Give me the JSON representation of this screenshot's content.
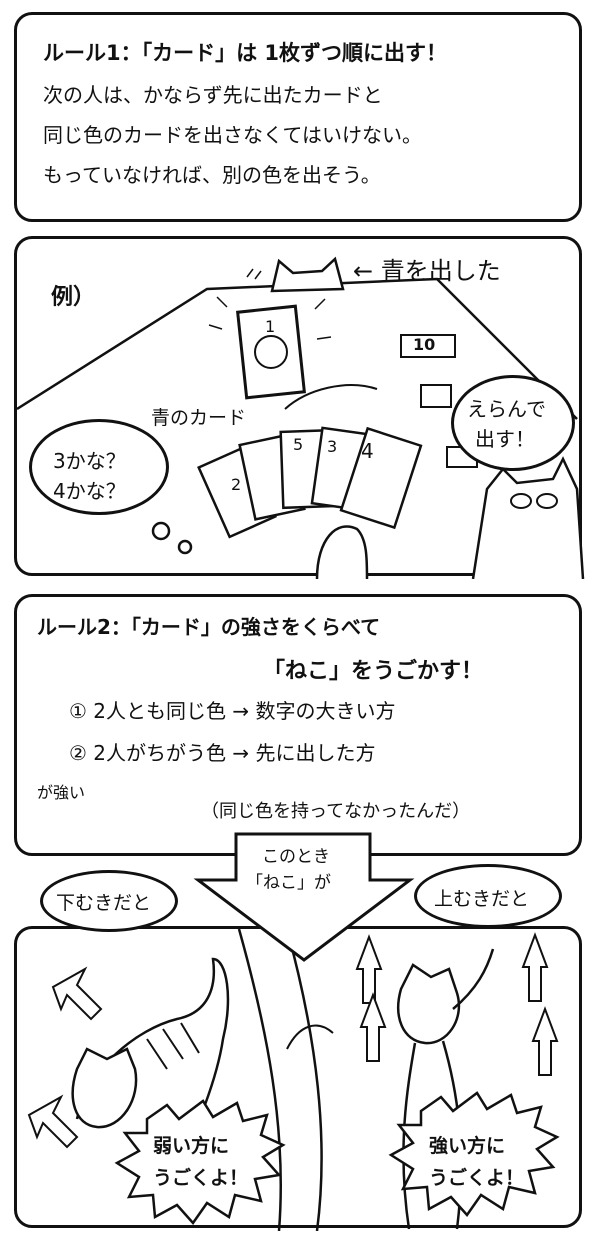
{
  "rule1": {
    "title": "ルール1：「カード」は 1枚ずつ順に出す！",
    "lines": [
      "次の人は、かならず先に出たカードと",
      "同じ色のカードを出さなくてはいけない。",
      "もっていなければ、別の色を出そう。"
    ]
  },
  "example": {
    "label": "例）",
    "played_note": "← 青を出した",
    "blue_card_label": "青のカード",
    "thought": [
      "3かな？",
      "4かな？"
    ],
    "speech": [
      "えらんで",
      "出す！"
    ],
    "cards": [
      "1",
      "2",
      "5",
      "3",
      "4"
    ],
    "table_card": "10"
  },
  "rule2": {
    "title_line1": "ルール2：「カード」の強さをくらべて",
    "title_line2": "「ねこ」をうごかす！",
    "items": [
      "① 2人とも同じ色 → 数字の大きい方",
      "② 2人がちがう色 → 先に出した方"
    ],
    "strong_note": "が強い",
    "paren_note": "（同じ色を持ってなかったんだ）"
  },
  "cats": {
    "arrow_text": [
      "このとき",
      "「ねこ」が"
    ],
    "left_bubble": "下むきだと",
    "right_bubble": "上むきだと",
    "left_burst": [
      "弱い方に",
      "うごくよ！"
    ],
    "right_burst": [
      "強い方に",
      "うごくよ！"
    ]
  }
}
